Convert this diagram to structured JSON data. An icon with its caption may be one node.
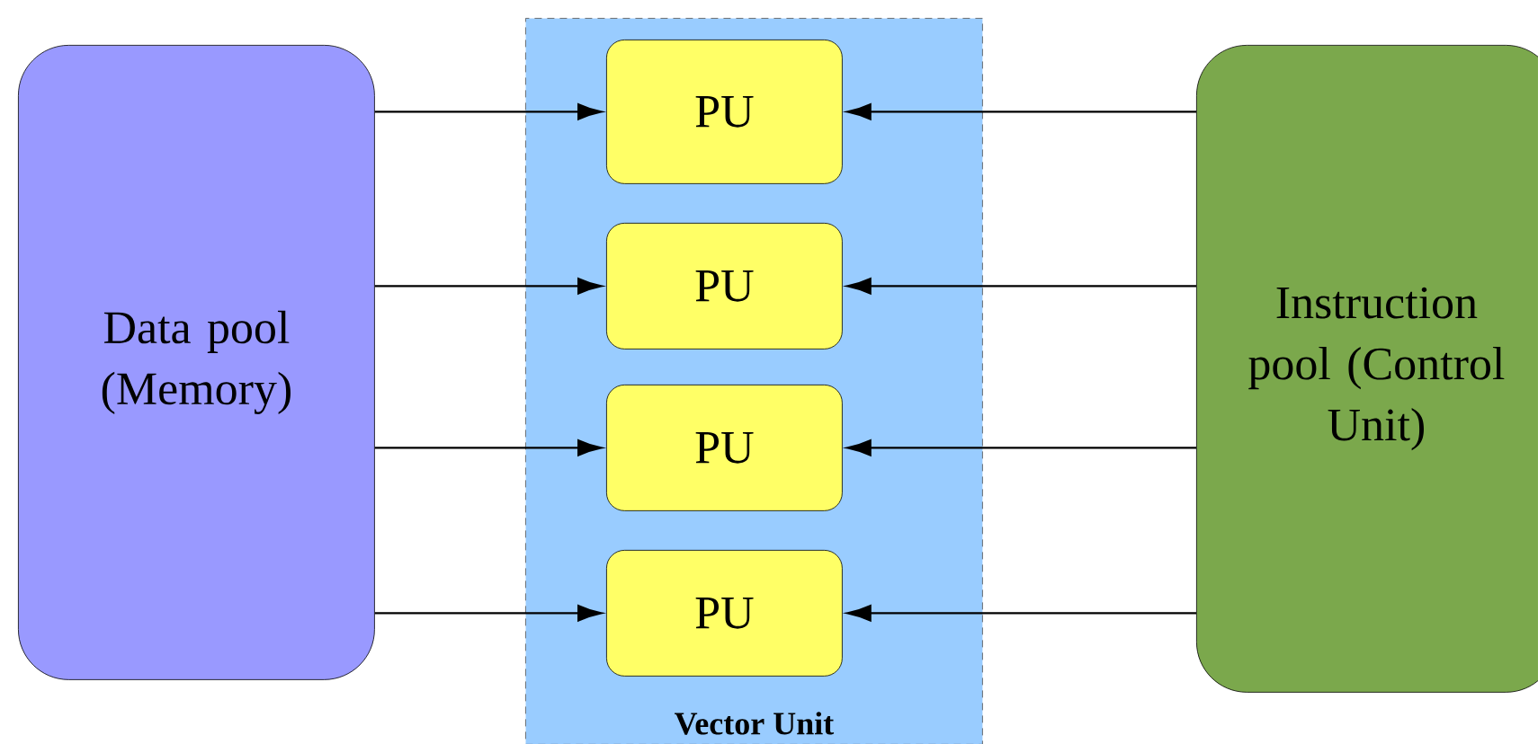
{
  "diagram": {
    "nodes": [
      {
        "text": [
          "Data pool (Memory)"
        ]
      },
      {
        "text": [
          "Vector Unit"
        ]
      },
      {
        "text": [
          "PU"
        ],
        "in": 1
      },
      {
        "text": [
          "PU"
        ],
        "in": 1
      },
      {
        "text": [
          "PU"
        ],
        "in": 1
      },
      {
        "text": [
          "PU"
        ],
        "in": 1
      },
      {
        "text": [
          "Instruction pool (Control Unit)"
        ]
      }
    ],
    "edges": [
      {
        "from": 0,
        "to": 2,
        "arrow": "to"
      },
      {
        "from": 0,
        "to": 3,
        "arrow": "to"
      },
      {
        "from": 0,
        "to": 4,
        "arrow": "to"
      },
      {
        "from": 0,
        "to": 5,
        "arrow": "to"
      },
      {
        "from": 6,
        "to": 2,
        "arrow": "to"
      },
      {
        "from": 6,
        "to": 3,
        "arrow": "to"
      },
      {
        "from": 6,
        "to": 4,
        "arrow": "to"
      },
      {
        "from": 6,
        "to": 5,
        "arrow": "to"
      }
    ]
  }
}
